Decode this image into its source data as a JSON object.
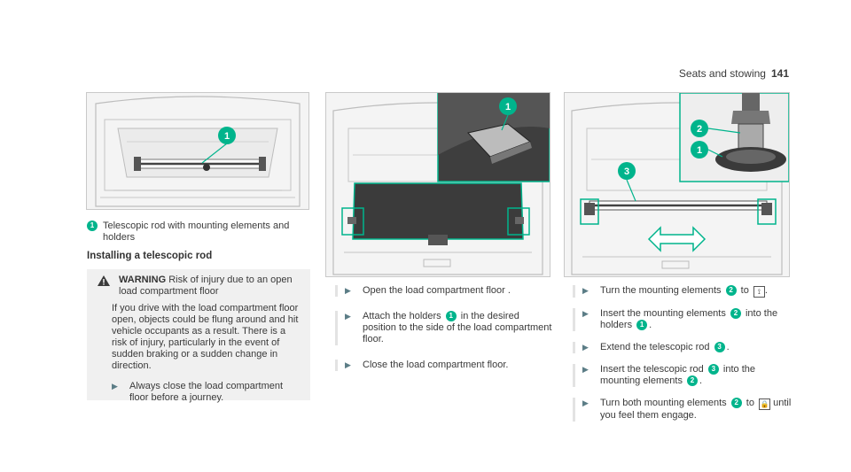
{
  "header": {
    "section": "Seats and stowing",
    "page": "141"
  },
  "figure1": {
    "callouts": [
      "1"
    ],
    "caption_num": "1",
    "caption_text": "Telescopic rod with mounting elements and holders"
  },
  "figure2": {
    "callouts": [
      "1"
    ]
  },
  "figure3": {
    "callouts": [
      "2",
      "1",
      "3"
    ]
  },
  "subheading": "Installing a telescopic rod",
  "warning": {
    "title": "WARNING",
    "head_text": "Risk of injury due to an open load compartment floor",
    "body": "If you drive with the load compartment floor open, objects could be flung around and hit vehicle occupants as a result. There is a risk of injury, particularly in the event of sudden braking or a sudden change in direction.",
    "step": "Always close the load compartment floor before a journey."
  },
  "col2_steps": [
    {
      "parts": [
        "Open the load compartment floor ."
      ]
    },
    {
      "parts": [
        "Attach the holders ",
        "1",
        " in the desired position to the side of the load compartment floor."
      ]
    },
    {
      "parts": [
        "Close the load compartment floor."
      ]
    }
  ],
  "col3_steps": [
    {
      "a": "Turn the mounting elements ",
      "n": "2",
      "b": " to ",
      "sym": "⟟",
      "c": "."
    },
    {
      "a": "Insert the mounting elements ",
      "n": "2",
      "b": " into the holders ",
      "n2": "1",
      "c": "."
    },
    {
      "a": "Extend the telescopic rod ",
      "n": "3",
      "c": "."
    },
    {
      "a": "Insert the telescopic rod ",
      "n": "3",
      "b": " into the mounting elements ",
      "n2": "2",
      "c": "."
    },
    {
      "a": "Turn both mounting elements ",
      "n": "2",
      "b": " to ",
      "sym": "🔒",
      "c": " until you feel them engage."
    }
  ],
  "colors": {
    "accent": "#00b48c",
    "text": "#3a3a3a",
    "box": "#f0f0f0"
  }
}
